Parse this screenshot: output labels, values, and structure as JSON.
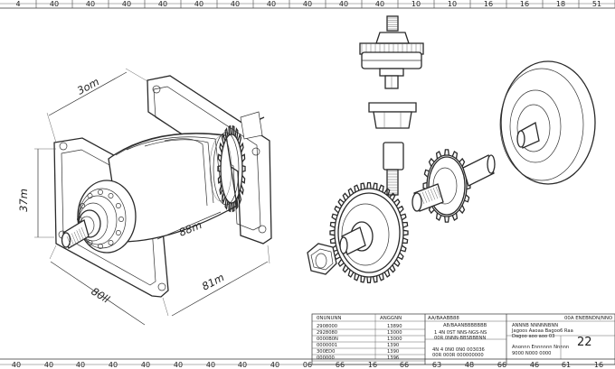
{
  "frame": {
    "zones_top": [
      "4",
      "40",
      "40",
      "40",
      "40",
      "40",
      "40",
      "40",
      "40",
      "40",
      "40",
      "10",
      "10",
      "16",
      "16",
      "18",
      "51"
    ],
    "zones_bottom": [
      "40",
      "40",
      "40",
      "40",
      "40",
      "40",
      "40",
      "40",
      "40",
      "06",
      "66",
      "16",
      "66",
      "63",
      "48",
      "66",
      "46",
      "61",
      "16"
    ]
  },
  "dimensions": {
    "top_width": "3om",
    "height": "37m",
    "body_length": "88m",
    "mount_width": "81m",
    "base_length": "80ll"
  },
  "title_block": {
    "left_header": [
      "0NUNUNN",
      "ANGGNN"
    ],
    "left_rows": [
      [
        "2908000",
        "13890"
      ],
      [
        "2928080",
        "13000"
      ],
      [
        "0000B0N",
        "13000"
      ],
      [
        "0000001",
        "1390"
      ],
      [
        "300ED0",
        "1390"
      ],
      [
        "000000",
        "1396"
      ]
    ],
    "mid_header": "AA/BAABB88",
    "mid_sub": "A8/BAANBBBBBBB",
    "mid_lines": [
      "1 4N 0ST NNS-NGS-NS",
      "00R 0NNN-BBSBBBNN"
    ],
    "mid_bottom": [
      "4N 4 0N0 0N0 003036",
      "00R 000R 000000000"
    ],
    "right_header": "ANNNB  NNNNNBNN",
    "right_lines": [
      "Anonnn Ennnnnn Nnnnn",
      "9000 N000 0000"
    ],
    "right_code": "00A ENEBNDN/NNO",
    "right_sub": "Jagoos Aaoaa Bagoo6 Raa",
    "right_sub2": "Dagoo aoo aoo 03",
    "sheet_number": "22"
  }
}
